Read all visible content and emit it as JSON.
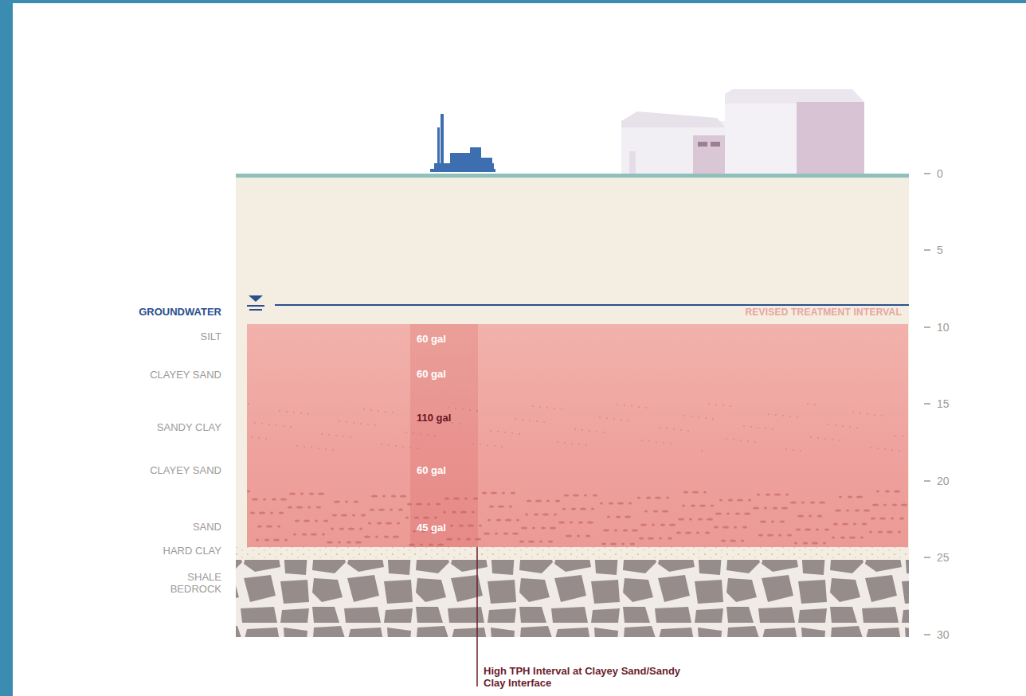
{
  "diagram": {
    "nodes": [
      {
        "text": [
          "REVISED TREATMENT INTERVAL"
        ]
      },
      {
        "text": [
          "60 gal"
        ],
        "in": 0
      },
      {
        "text": [
          "60 gal"
        ],
        "in": 0
      },
      {
        "text": [
          "110 gal"
        ],
        "in": 0
      },
      {
        "text": [
          "60 gal"
        ],
        "in": 0
      },
      {
        "text": [
          "45 gal"
        ],
        "in": 0
      }
    ],
    "labels": [
      "0",
      "5",
      "10",
      "15",
      "20",
      "25",
      "30",
      "GROUNDWATER",
      "SILT",
      "CLAYEY SAND",
      "SANDY CLAY",
      "CLAYEY SAND",
      "SAND",
      "HARD CLAY",
      "SHALE BEDROCK",
      "High TPH Interval at Clayey Sand/Sandy Clay Interface"
    ]
  }
}
